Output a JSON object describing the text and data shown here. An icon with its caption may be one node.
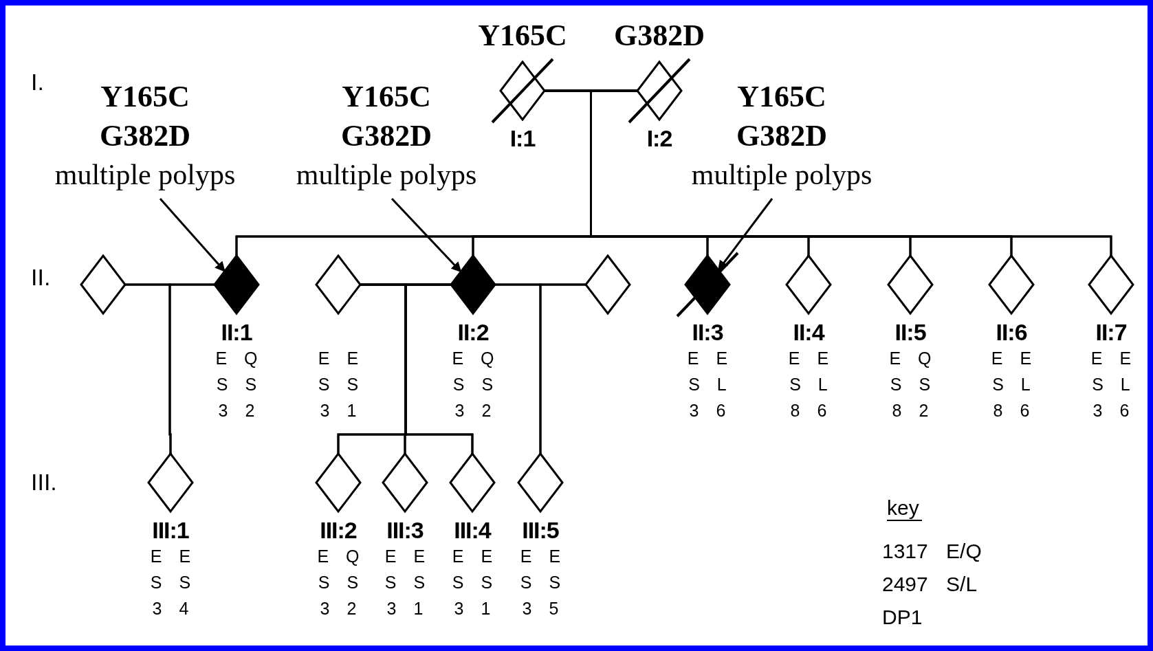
{
  "diagram": {
    "nodes": [
      {
        "text": [],
        "shape": "diamond",
        "beside": [
          "Y165C",
          "I:1"
        ]
      },
      {
        "text": [],
        "shape": "diamond",
        "beside": [
          "G382D",
          "I:2"
        ]
      },
      {
        "text": [
          "Y165C G382D",
          "multiple polyps"
        ]
      },
      {
        "text": [
          "Y165C G382D",
          "multiple polyps"
        ]
      },
      {
        "text": [
          "Y165C G382D",
          "multiple polyps"
        ]
      },
      {
        "text": [],
        "shape": "diamond"
      },
      {
        "text": [],
        "shape": "diamond",
        "beside": [
          "II:1",
          "E Q",
          "S S",
          "3 2"
        ]
      },
      {
        "text": [],
        "shape": "diamond",
        "beside": [
          "E E",
          "S S",
          "3 1"
        ]
      },
      {
        "text": [],
        "shape": "diamond",
        "beside": [
          "II:2",
          "E Q",
          "S S",
          "3 2"
        ]
      },
      {
        "text": [],
        "shape": "diamond"
      },
      {
        "text": [],
        "shape": "diamond",
        "beside": [
          "II:3",
          "E E",
          "S L",
          "3 6"
        ]
      },
      {
        "text": [],
        "shape": "diamond",
        "beside": [
          "II:4",
          "E E",
          "S L",
          "8 6"
        ]
      },
      {
        "text": [],
        "shape": "diamond",
        "beside": [
          "II:5",
          "E Q",
          "S S",
          "8 2"
        ]
      },
      {
        "text": [],
        "shape": "diamond",
        "beside": [
          "II:6",
          "E E",
          "S L",
          "8 6"
        ]
      },
      {
        "text": [],
        "shape": "diamond",
        "beside": [
          "II:7",
          "E E",
          "S L",
          "3 6"
        ]
      },
      {
        "text": [],
        "shape": "diamond",
        "beside": [
          "III:1",
          "E E",
          "S S",
          "3 4"
        ]
      },
      {
        "text": [],
        "shape": "diamond",
        "beside": [
          "III:2",
          "E Q",
          "S S",
          "3 2"
        ]
      },
      {
        "text": [],
        "shape": "diamond",
        "beside": [
          "III:3",
          "E E",
          "S S",
          "3 1"
        ]
      },
      {
        "text": [],
        "shape": "diamond",
        "beside": [
          "III:4",
          "E E",
          "S S",
          "3 1"
        ]
      },
      {
        "text": [],
        "shape": "diamond",
        "beside": [
          "III:5",
          "E E",
          "S S",
          "3 5"
        ]
      }
    ],
    "edges": [
      {
        "from": 0,
        "to": 1,
        "arrow": "none"
      },
      {
        "from": 0,
        "to": 6,
        "arrow": "none"
      },
      {
        "from": 1,
        "to": 6,
        "arrow": "none"
      },
      {
        "from": 0,
        "to": 8,
        "arrow": "none"
      },
      {
        "from": 1,
        "to": 8,
        "arrow": "none"
      },
      {
        "from": 0,
        "to": 10,
        "arrow": "none"
      },
      {
        "from": 1,
        "to": 10,
        "arrow": "none"
      },
      {
        "from": 0,
        "to": 11,
        "arrow": "none"
      },
      {
        "from": 1,
        "to": 11,
        "arrow": "none"
      },
      {
        "from": 0,
        "to": 12,
        "arrow": "none"
      },
      {
        "from": 1,
        "to": 12,
        "arrow": "none"
      },
      {
        "from": 0,
        "to": 13,
        "arrow": "none"
      },
      {
        "from": 1,
        "to": 13,
        "arrow": "none"
      },
      {
        "from": 0,
        "to": 14,
        "arrow": "none"
      },
      {
        "from": 1,
        "to": 14,
        "arrow": "none"
      },
      {
        "from": 2,
        "to": 6,
        "arrow": "to"
      },
      {
        "from": 3,
        "to": 8,
        "arrow": "to"
      },
      {
        "from": 4,
        "to": 10,
        "arrow": "to"
      },
      {
        "from": 5,
        "to": 6,
        "arrow": "none"
      },
      {
        "from": 7,
        "to": 8,
        "arrow": "none"
      },
      {
        "from": 8,
        "to": 9,
        "arrow": "none"
      },
      {
        "from": 5,
        "to": 15,
        "arrow": "none"
      },
      {
        "from": 6,
        "to": 15,
        "arrow": "none"
      },
      {
        "from": 7,
        "to": 16,
        "arrow": "none"
      },
      {
        "from": 8,
        "to": 16,
        "arrow": "none"
      },
      {
        "from": 7,
        "to": 17,
        "arrow": "none"
      },
      {
        "from": 8,
        "to": 17,
        "arrow": "none"
      },
      {
        "from": 7,
        "to": 18,
        "arrow": "none"
      },
      {
        "from": 8,
        "to": 18,
        "arrow": "none"
      },
      {
        "from": 8,
        "to": 19,
        "arrow": "none"
      },
      {
        "from": 9,
        "to": 19,
        "arrow": "none"
      }
    ],
    "labels": [
      "I.",
      "II.",
      "III.",
      "key",
      "1317 E/Q",
      "2497 S/L",
      "DP1"
    ]
  }
}
